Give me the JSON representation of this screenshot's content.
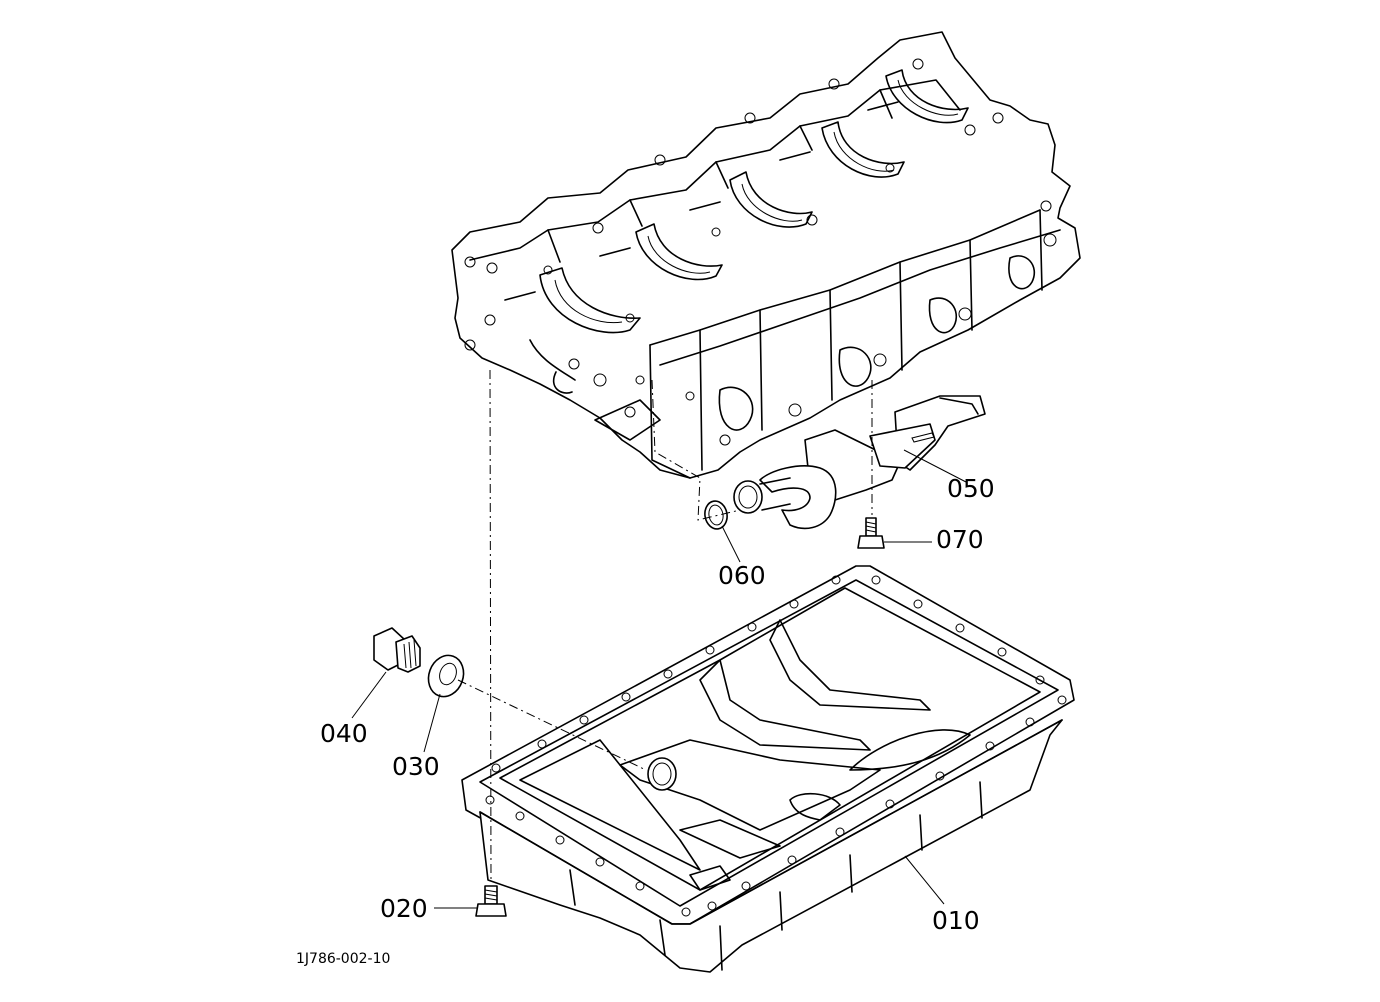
{
  "diagram": {
    "reference_code": "1J786-002-10",
    "callouts": {
      "p010": "010",
      "p020": "020",
      "p030": "030",
      "p040": "040",
      "p050": "050",
      "p060": "060",
      "p070": "070"
    }
  }
}
